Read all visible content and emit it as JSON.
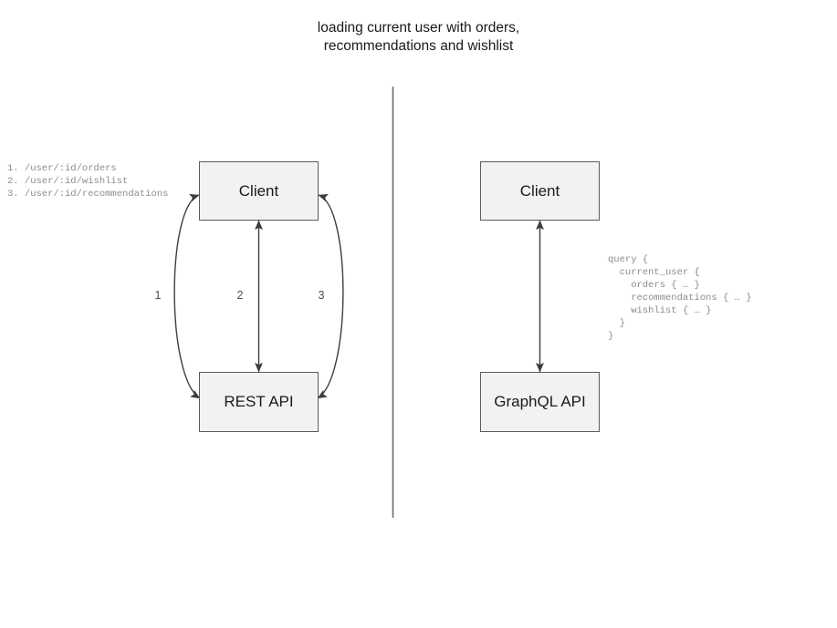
{
  "title": "loading current user with orders,\nrecommendations and wishlist",
  "colors": {
    "box_fill": "#f2f2f2",
    "box_stroke": "#5c5c5c",
    "arrow_stroke": "#3d3d3d",
    "divider": "#6b6b6b",
    "code_text": "#8c8c8c",
    "label_text": "#4d4d4d",
    "title_text": "#1a1a1a"
  },
  "rest_side": {
    "client_label": "Client",
    "api_label": "REST API",
    "endpoint_list": "1. /user/:id/orders\n2. /user/:id/wishlist\n3. /user/:id/recommendations",
    "endpoints": [
      {
        "number": "1",
        "path": "/user/:id/orders"
      },
      {
        "number": "2",
        "path": "/user/:id/wishlist"
      },
      {
        "number": "3",
        "path": "/user/:id/recommendations"
      }
    ],
    "edge_labels": [
      "1",
      "2",
      "3"
    ]
  },
  "graphql_side": {
    "client_label": "Client",
    "api_label": "GraphQL API",
    "query": "query {\n  current_user {\n    orders { … }\n    recommendations { … }\n    wishlist { … }\n  }\n}"
  },
  "chart_data": {
    "type": "diagram",
    "title": "loading current user with orders, recommendations and wishlist",
    "panels": [
      {
        "name": "rest",
        "nodes": [
          "Client",
          "REST API"
        ],
        "edges": [
          {
            "label": "1",
            "from": "Client",
            "to": "REST API",
            "bidirectional": true,
            "endpoint": "/user/:id/orders"
          },
          {
            "label": "2",
            "from": "Client",
            "to": "REST API",
            "bidirectional": true,
            "endpoint": "/user/:id/wishlist"
          },
          {
            "label": "3",
            "from": "Client",
            "to": "REST API",
            "bidirectional": true,
            "endpoint": "/user/:id/recommendations"
          }
        ],
        "request_count": 3
      },
      {
        "name": "graphql",
        "nodes": [
          "Client",
          "GraphQL API"
        ],
        "edges": [
          {
            "label": "",
            "from": "Client",
            "to": "GraphQL API",
            "bidirectional": true
          }
        ],
        "request_count": 1
      }
    ]
  }
}
